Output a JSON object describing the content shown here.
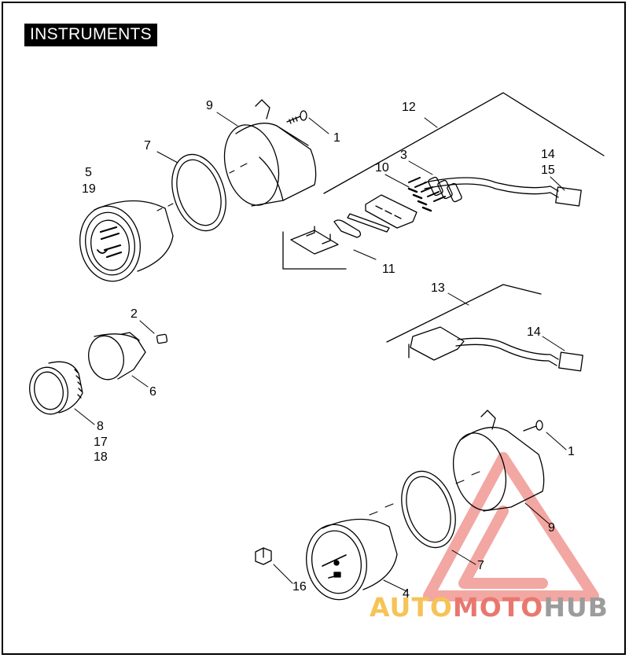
{
  "title": "INSTRUMENTS",
  "callouts": [
    {
      "id": "c1a",
      "text": "1"
    },
    {
      "id": "c9a",
      "text": "9"
    },
    {
      "id": "c12",
      "text": "12"
    },
    {
      "id": "c7a",
      "text": "7"
    },
    {
      "id": "c3",
      "text": "3"
    },
    {
      "id": "c14a",
      "text": "14"
    },
    {
      "id": "c15",
      "text": "15"
    },
    {
      "id": "c10",
      "text": "10"
    },
    {
      "id": "c5",
      "text": "5"
    },
    {
      "id": "c19",
      "text": "19"
    },
    {
      "id": "c11",
      "text": "11"
    },
    {
      "id": "c13",
      "text": "13"
    },
    {
      "id": "c2",
      "text": "2"
    },
    {
      "id": "c14b",
      "text": "14"
    },
    {
      "id": "c6",
      "text": "6"
    },
    {
      "id": "c8",
      "text": "8"
    },
    {
      "id": "c17",
      "text": "17"
    },
    {
      "id": "c18",
      "text": "18"
    },
    {
      "id": "c1b",
      "text": "1"
    },
    {
      "id": "c9b",
      "text": "9"
    },
    {
      "id": "c7b",
      "text": "7"
    },
    {
      "id": "c16",
      "text": "16"
    },
    {
      "id": "c4",
      "text": "4"
    }
  ],
  "watermark": {
    "part1": "AUTO",
    "part2": "MOTO",
    "part3": "HUB",
    "colors": {
      "yellow": "#f6c356",
      "red": "#e8786f",
      "gray": "#9c9c9c"
    }
  }
}
